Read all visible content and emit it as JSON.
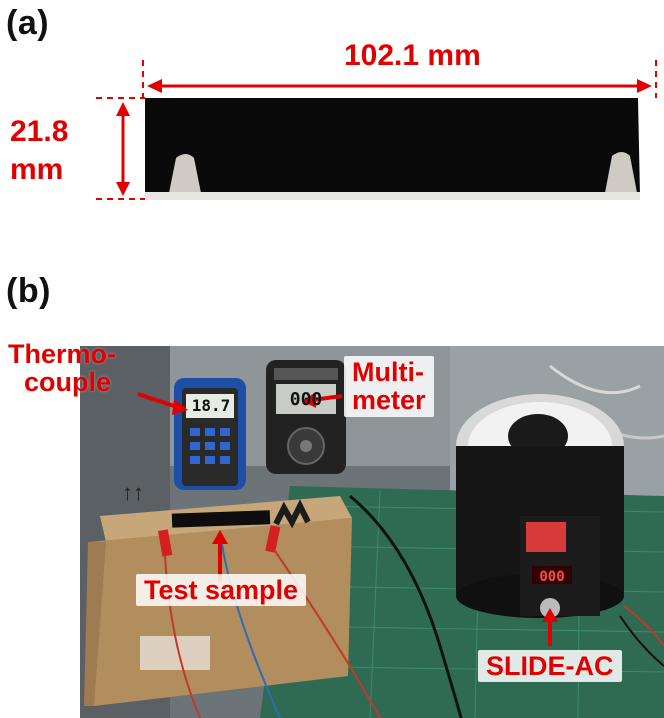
{
  "panel_a": {
    "label": "(a)",
    "width_label": "102.1 mm",
    "height_label_line1": "21.8",
    "height_label_line2": "mm",
    "annotation_color": "#e00000"
  },
  "panel_b": {
    "label": "(b)",
    "callouts": {
      "thermocouple_line1": "Thermo-",
      "thermocouple_line2": "couple",
      "multimeter_line1": "Multi-",
      "multimeter_line2": "meter",
      "test_sample": "Test sample",
      "slide_ac": "SLIDE-AC"
    },
    "thermo_display": "18.7",
    "multimeter_display": "000",
    "slideac_display": "000",
    "box_mark": "↑↑"
  }
}
